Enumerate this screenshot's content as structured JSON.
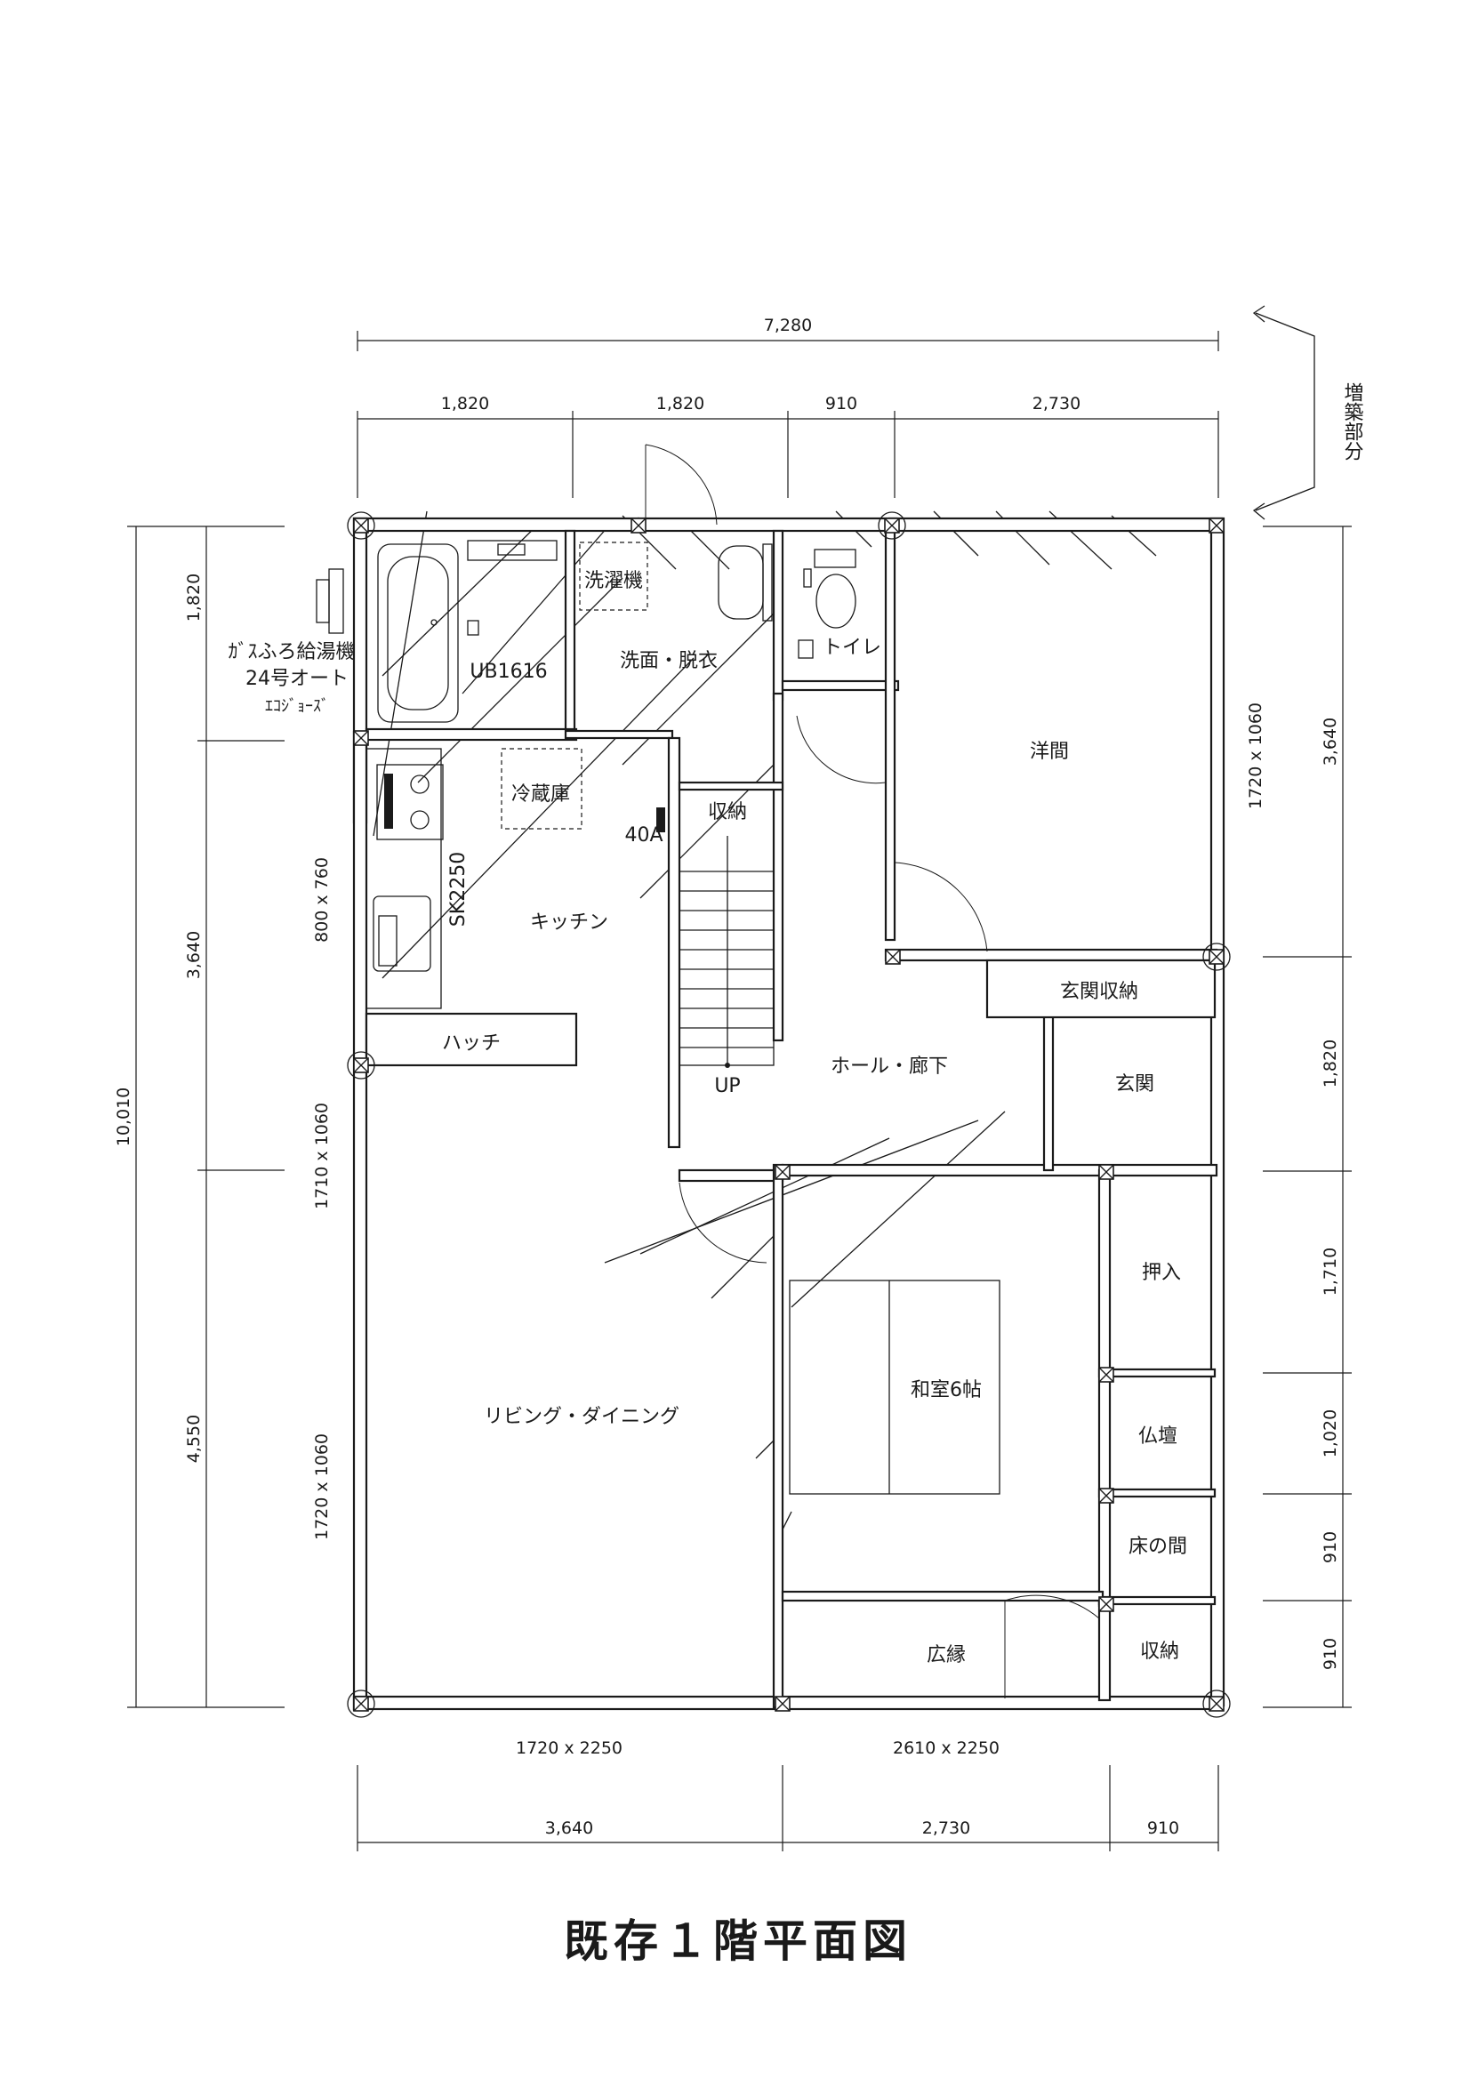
{
  "title": "既存１階平面図",
  "extension_note": "増築部分",
  "rooms": {
    "washer": "洗濯機",
    "washroom": "洗面・脱衣",
    "toilet": "トイレ",
    "bath": "UB1616",
    "western_room": "洋間",
    "fridge": "冷蔵庫",
    "storage_stair": "収納",
    "kitchen": "キッチン",
    "entry_storage": "玄関収納",
    "entrance": "玄関",
    "hall": "ホール・廊下",
    "hatch": "ハッチ",
    "up": "UP",
    "closet": "押入",
    "japanese_room": "和室6帖",
    "altar": "仏壇",
    "tokonoma": "床の間",
    "living_dining": "リビング・ダイニング",
    "veranda": "広縁",
    "storage_corner": "収納"
  },
  "equipment": {
    "water_heater_line1": "ｶﾞｽふろ給湯機",
    "water_heater_line2": "24号オート",
    "water_heater_line3": "ｴｺｼﾞｮｰｽﾞ",
    "breaker": "40A",
    "sink": "SK2250"
  },
  "dimensions": {
    "top_total": "7,280",
    "top_1": "1,820",
    "top_2": "1,820",
    "top_3": "910",
    "top_4": "2,730",
    "left_total": "10,010",
    "left_1": "1,820",
    "left_2": "3,640",
    "left_3": "4,550",
    "right_1": "3,640",
    "right_2": "1,820",
    "right_3": "1,710",
    "right_4": "1,020",
    "right_5": "910",
    "right_6": "910",
    "bottom_1": "3,640",
    "bottom_2": "2,730",
    "bottom_3": "910"
  },
  "windows": {
    "kitchen_left": "800 x 760",
    "living_left_upper": "1710 x 1060",
    "living_left_lower": "1720 x 1060",
    "western_right": "1720 x 1060",
    "living_bottom": "1720 x 2250",
    "veranda_bottom": "2610 x 2250"
  }
}
